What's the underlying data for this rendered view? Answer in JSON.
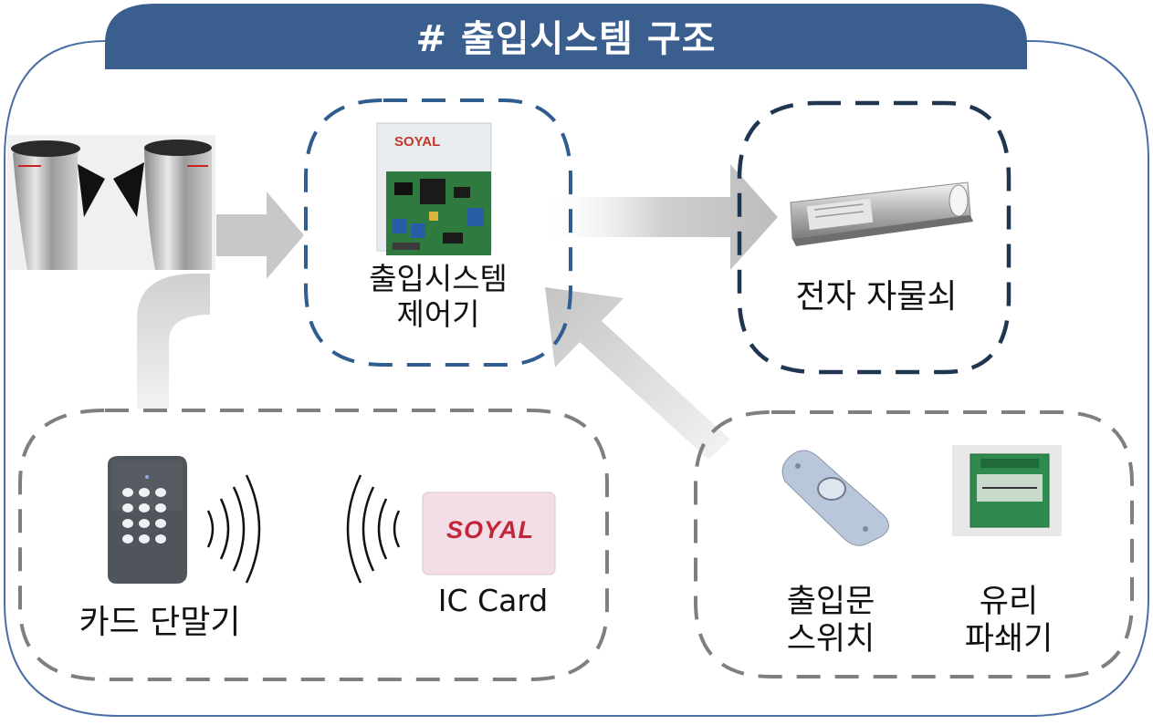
{
  "title": "# 출입시스템 구조",
  "nodes": {
    "controller": {
      "label": "출입시스템\n제어기",
      "brand": "SOYAL"
    },
    "electric_lock": {
      "label": "전자 자물쇠"
    },
    "card_terminal": {
      "label": "카드 단말기"
    },
    "ic_card": {
      "label": "IC Card",
      "brand": "SOYAL"
    },
    "exit_switch": {
      "label": "출입문\n스위치"
    },
    "glass_breaker": {
      "label": "유리\n파쇄기"
    }
  },
  "colors": {
    "title_bar": "#3a5f8f",
    "frame_border": "#4a6fa5",
    "controller_outline": "#2e5d8e",
    "lock_outline": "#1f3550",
    "group_outline": "#7f7f7f",
    "arrow": "#c8c8c8"
  },
  "icons": {
    "turnstile": "speed-gate-image",
    "controller": "circuit-board-image",
    "lock": "electric-bolt-lock-image",
    "terminal": "keypad-card-reader-image",
    "card": "rfid-card-image",
    "exit": "exit-push-button-image",
    "glass": "emergency-break-glass-image"
  }
}
